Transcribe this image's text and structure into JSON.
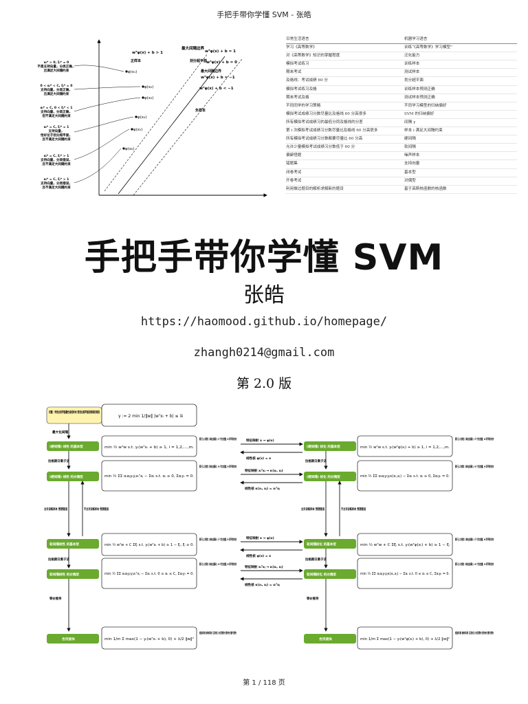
{
  "window": {
    "title": "手把手带你学懂 SVM - 张皓"
  },
  "figure1": {
    "eq_top": "wᵀφ(x) + b > 1",
    "label_max_margin": "最大间隔边界",
    "eq_plus1": "wᵀφ(x) + b = 1",
    "label_positive": "正样本",
    "label_hyperplane": "划分超平面",
    "eq_zero": "wᵀφ(x) + b = 0",
    "label_max_margin2": "最大间隔边界",
    "eq_minus1": "wᵀφ(x) + b = −1",
    "eq_bottom": "wᵀφ(x) + b < −1",
    "label_negative": "负样本",
    "points": [
      "φ(x₁)",
      "φ(x₂)",
      "φ(x₃)",
      "φ(x₄)",
      "φ(x₅)",
      "φ(x₆)"
    ],
    "notes": [
      {
        "eq": "αᵢ* > 0, ξᵢ* = 0",
        "lines": [
          "不是支持向量，分类正确，",
          "且满足大间隔约束"
        ]
      },
      {
        "eq": "0 < αᵢ* < C, ξᵢ* = 0",
        "lines": [
          "支持向量，分类正确，",
          "且满足大间隔约束"
        ]
      },
      {
        "eq": "αᵢ* = C, 0 < ξᵢ* < 1",
        "lines": [
          "支持向量，分类正确，",
          "但不满足大间隔约束"
        ]
      },
      {
        "eq": "αᵢ* = C, ξᵢ* = 1",
        "lines": [
          "支持向量，",
          "恰好位于划分超平面，",
          "且不满足大间隔约束"
        ]
      },
      {
        "eq": "αᵢ* = C, ξᵢ* > 1",
        "lines": [
          "支持向量，分类错误，",
          "且不满足大间隔约束"
        ]
      },
      {
        "eq": "αᵢ* = C, ξᵢ* > 1",
        "lines": [
          "支持向量，分类错误，",
          "且不满足大间隔约束"
        ]
      }
    ]
  },
  "vocab_table": {
    "headers": [
      "日常生活语言",
      "机器学习语言"
    ],
    "rows": [
      [
        "学习《高等数学》",
        "训练“《高等数学》学习模型”"
      ],
      [
        "对《高等数学》知识的掌握程度",
        "泛化能力"
      ],
      [
        "模拟考试练习",
        "训练样本"
      ],
      [
        "期末考试",
        "测试样本"
      ],
      [
        "及格线：考试成绩 60 分",
        "划分超平面"
      ],
      [
        "模拟考试练习及格",
        "训练样本预测正确"
      ],
      [
        "期末考试及格",
        "测试样本预测正确"
      ],
      [
        "不同同学的学习策略",
        "不同学习模型的归纳偏好"
      ],
      [
        "模拟考试成绩习分数尽量比及格线 60 分高很多",
        "SVM 的归纳偏好"
      ],
      [
        "所有模拟考试成绩习的最低分同及格线的分差",
        "间隔 γ"
      ],
      [
        "第 i 次模拟考试成绩习分数尽量比及格线 60 分高很多",
        "样本 i 满足大间隔约束"
      ],
      [
        "所有模拟考试成绩习分数都要尽量比 60 分高",
        "硬间隔"
      ],
      [
        "允许少量模拟考试成绩习分数低于 60 分",
        "软间隔"
      ],
      [
        "偏僻怪题",
        "噪声样本"
      ],
      [
        "错题集",
        "支持向量"
      ],
      [
        "闭卷考试",
        "基本型"
      ],
      [
        "开卷考试",
        "对偶型"
      ],
      [
        "利用做过题目的解析求解新的题目",
        "基于高斯核函数的核函数"
      ]
    ]
  },
  "title": "手把手带你学懂 SVM",
  "author": "张皓",
  "homepage": "https://haomood.github.io/homepage/",
  "email": "zhangh0214@gmail.com",
  "edition": "第 2.0 版",
  "figure2": {
    "top_note": "问题：寻找分类平面最合适的样本 到划分超平面的距离的两倍",
    "gamma_eq": "γ := 2 min 1/‖w‖ |wᵀxᵢ + b| ≤ ℝ",
    "label_max_margin": "最大化间隔",
    "label_lagrange": "拉格朗日乘子法",
    "label_lagrange2": "拉格朗日乘子法",
    "label_lagrange_r": "拉格朗日乘子法",
    "label_lagrange_r2": "拉格朗日乘子法",
    "label_allow": "允许训练样本 预测错误",
    "label_disallow": "不允许训练样本 预测错误",
    "label_allow_r": "允许训练样本 预测错误",
    "label_disallow_r": "不允许训练样本 预测错误",
    "label_equiv": "等价推导",
    "label_equiv_r": "等价推导",
    "left_boxes": {
      "hard_basic": "(硬间隔) 线性  的基本型",
      "hard_dual": "(硬间隔) 线性  的对偶型",
      "soft_basic": "软间隔线性  的基本型",
      "soft_dual": "软间隔线性  的对偶型",
      "hinge": "合页损失"
    },
    "right_boxes": {
      "hard_basic": "(硬间隔) 核化  的基本型",
      "hard_dual": "(硬间隔) 核化  的对偶型",
      "soft_basic": "软间隔核化  的基本型",
      "soft_dual": "软间隔核化  的对偶型",
      "hinge": "合页损失"
    },
    "feature_map": "特征映射 x → φ(x)",
    "linear_kernel": "线性核 φ(x) = x",
    "feature_map2": "特征映射 xᵢᵀxⱼ → κ(xᵢ, xⱼ)",
    "linear_kernel2": "线性核 κ(xᵢ, xⱼ) = xᵢᵀxⱼ",
    "feature_map3": "特征映射 x → φ(x)",
    "linear_kernel3": "线性核 φ(x) = x",
    "feature_map4": "特征映射 xᵢᵀxⱼ → κ(xᵢ, xⱼ)",
    "linear_kernel4": "线性核 κ(xᵢ, xⱼ) = xᵢᵀxⱼ",
    "eq_hard_basic": "min ½ wᵀw   s.t. yᵢ(wᵀxᵢ + b) ≥ 1, i = 1,2,…,m.",
    "eq_hard_dual": "min ½ ΣΣ αᵢαⱼyᵢyⱼxᵢᵀxⱼ − Σαᵢ   s.t. αᵢ ≥ 0, Σαᵢyᵢ = 0.",
    "eq_soft_basic": "min ½ wᵀw + C Σξᵢ   s.t. yᵢ(wᵀxᵢ + b) ≥ 1 − ξᵢ, ξᵢ ≥ 0.",
    "eq_soft_dual": "min ½ ΣΣ αᵢαⱼyᵢyⱼxᵢᵀxⱼ − Σαᵢ   s.t. 0 ≤ αᵢ ≤ C, Σαᵢyᵢ = 0.",
    "eq_hinge": "min 1/m Σ max(1 − yᵢ(wᵀxᵢ + b), 0) + λ/2 ‖w‖²",
    "eq_k_hard_basic": "min ½ wᵀw   s.t. yᵢ(wᵀφ(xᵢ) + b) ≥ 1, i = 1,2,…,m.",
    "eq_k_hard_dual": "min ½ ΣΣ αᵢαⱼyᵢyⱼκ(xᵢ,xⱼ) − Σαᵢ   s.t. αᵢ ≥ 0, Σαᵢyᵢ = 0.",
    "eq_k_soft_basic": "min ½ wᵀw + C Σξᵢ   s.t. yᵢ(wᵀφ(xᵢ) + b) ≥ 1 − ξᵢ",
    "eq_k_soft_dual": "min ½ ΣΣ αᵢαⱼyᵢyⱼκ(xᵢ,xⱼ) − Σαᵢ   s.t. 0 ≤ αᵢ ≤ C, Σαᵢyᵢ = 0.",
    "eq_k_hinge": "min 1/m Σ max(1 − yᵢ(wᵀφ(xᵢ) + b), 0) + λ/2 ‖w‖²",
    "side_notes": [
      "属于凸二次规划：具有全局最小；d 个优化变量；m 项不等式约束",
      "属于凸二次规划：具有全局最小；m 个优化变量；m 项不等式约束",
      "属于凸二次规划：具有全局最小；d 个优化变量；m 项不等式约束",
      "属于凸二次规划：具有全局最小；m 个优化变量；m 项不等式约束",
      "经验风险 结构风险 (正则化) 合页损失 损失的 替代损失"
    ],
    "side_notes_r": [
      "属于凸二次规划：具有全局最小；d̃ 个优化变量；m 项不等式约束",
      "属于凸二次规划：具有全局最小；m 个优化变量；m 项不等式约束",
      "属于凸二次规划：具有全局最小；d̃ 个优化变量；m 项不等式约束",
      "属于凸二次规划：具有全局最小；m 个优化变量；m 项不等式约束",
      "经验风险 结构风险 (正则化) 合页损失 损失的 替代损失"
    ]
  },
  "page_indicator": "第 1 / 118 页",
  "colors": {
    "green": "#6aaa2e",
    "yellow": "#fff3b0",
    "border": "#333333"
  }
}
